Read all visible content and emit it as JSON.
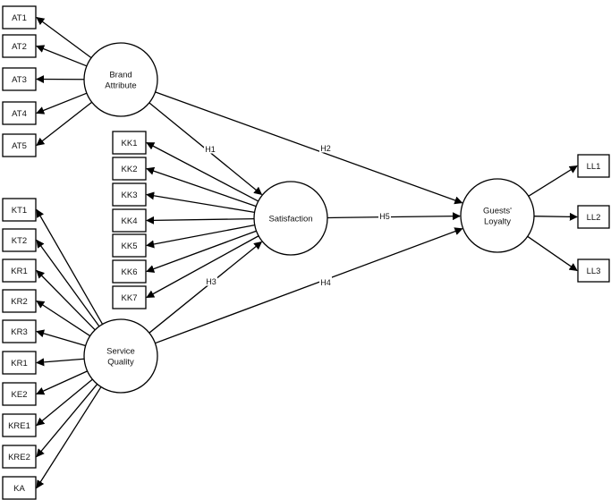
{
  "constructs": {
    "brand_attribute": {
      "label_lines": [
        "Brand",
        "Attribute"
      ]
    },
    "service_quality": {
      "label_lines": [
        "Service",
        "Quality"
      ]
    },
    "satisfaction": {
      "label_lines": [
        "Satisfaction"
      ]
    },
    "guests_loyalty": {
      "label_lines": [
        "Guests'",
        "Loyalty"
      ]
    }
  },
  "indicators": {
    "brand_attribute": [
      "AT1",
      "AT2",
      "AT3",
      "AT4",
      "AT5"
    ],
    "service_quality": [
      "KT1",
      "KT2",
      "KR1",
      "KR2",
      "KR3",
      "KR1",
      "KE2",
      "KRE1",
      "KRE2",
      "KA"
    ],
    "satisfaction": [
      "KK1",
      "KK2",
      "KK3",
      "KK4",
      "KK5",
      "KK6",
      "KK7"
    ],
    "guests_loyalty": [
      "LL1",
      "LL2",
      "LL3"
    ]
  },
  "hypotheses": [
    {
      "label": "H1",
      "from": "Brand Attribute",
      "to": "Satisfaction"
    },
    {
      "label": "H2",
      "from": "Brand Attribute",
      "to": "Guests' Loyalty"
    },
    {
      "label": "H3",
      "from": "Service Quality",
      "to": "Satisfaction"
    },
    {
      "label": "H4",
      "from": "Service Quality",
      "to": "Guests' Loyalty"
    },
    {
      "label": "H5",
      "from": "Satisfaction",
      "to": "Guests' Loyalty"
    }
  ]
}
